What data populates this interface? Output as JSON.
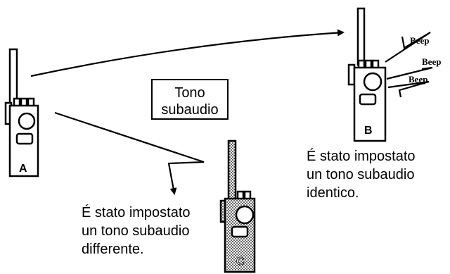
{
  "label_box": {
    "line1": "Tono",
    "line2": "subaudio"
  },
  "radios": {
    "a": {
      "letter": "A"
    },
    "b": {
      "letter": "B"
    },
    "c": {
      "letter": "C"
    }
  },
  "beep_words": [
    "Beep",
    "Beep",
    "Beep"
  ],
  "caption_identical": [
    "É stato impostato",
    "un tono subaudio",
    "identico."
  ],
  "caption_different": [
    "É stato impostato",
    "un tono subaudio",
    "differente."
  ]
}
